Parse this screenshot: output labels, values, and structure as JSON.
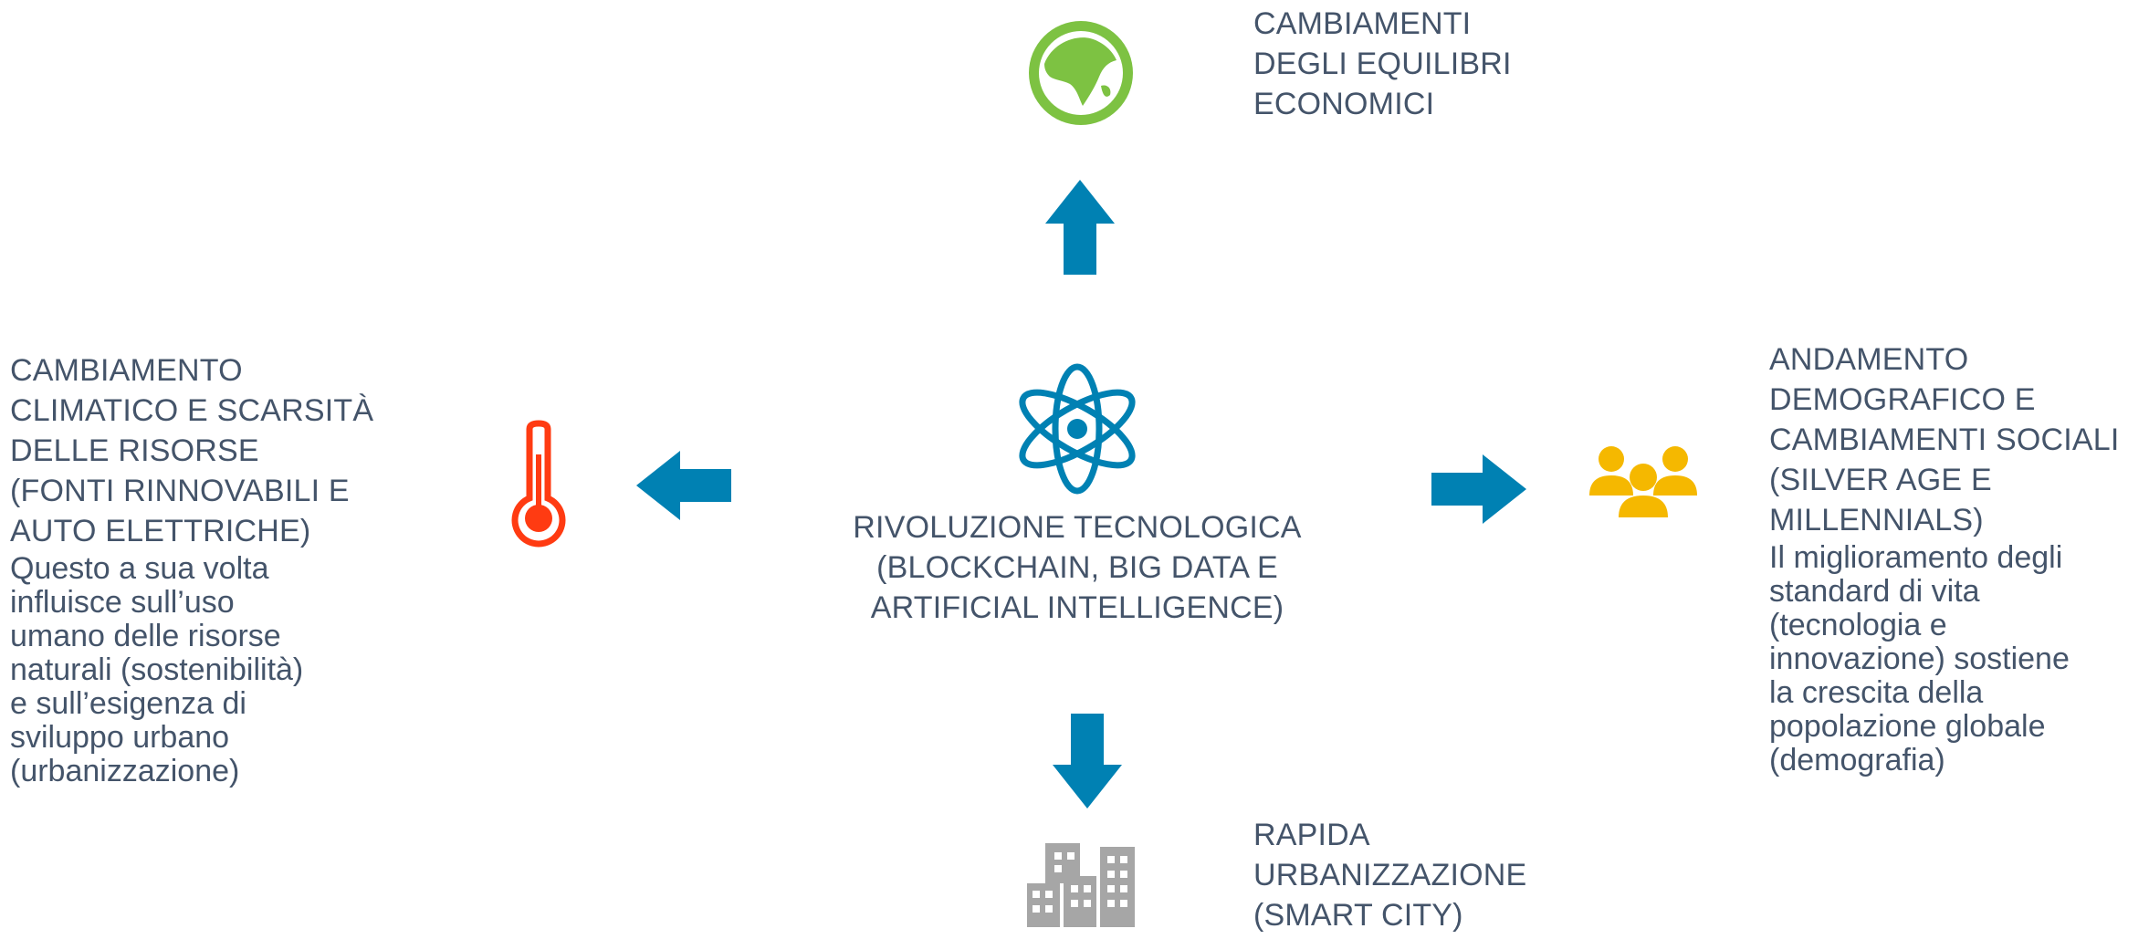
{
  "center": {
    "title_lines": [
      "RIVOLUZIONE TECNOLOGICA",
      "(BLOCKCHAIN, BIG DATA E",
      "ARTIFICIAL INTELLIGENCE)"
    ],
    "icon": "atom-icon"
  },
  "top": {
    "title_lines": [
      "CAMBIAMENTI",
      "DEGLI EQUILIBRI",
      "ECONOMICI"
    ],
    "icon": "globe-icon",
    "icon_color": "#7dc242"
  },
  "left": {
    "title_lines": [
      "CAMBIAMENTO",
      "CLIMATICO E SCARSITÀ",
      "DELLE RISORSE",
      "(FONTI RINNOVABILI E",
      "AUTO ELETTRICHE)"
    ],
    "body_lines": [
      "Questo a sua volta",
      "influisce sull’uso",
      "umano delle risorse",
      "naturali (sostenibilità)",
      "e sull’esigenza di",
      "sviluppo urbano",
      "(urbanizzazione)"
    ],
    "icon": "thermometer-icon",
    "icon_color": "#ff3b12"
  },
  "right": {
    "title_lines": [
      "ANDAMENTO",
      "DEMOGRAFICO E",
      "CAMBIAMENTI SOCIALI",
      "(SILVER AGE E",
      "MILLENNIALS)"
    ],
    "body_lines": [
      "Il miglioramento degli",
      "standard di vita",
      "(tecnologia e",
      "innovazione) sostiene",
      "la crescita della",
      "popolazione globale",
      "(demografia)"
    ],
    "icon": "people-group-icon",
    "icon_color": "#f5b800"
  },
  "bottom": {
    "title_lines": [
      "RAPIDA",
      "URBANIZZAZIONE",
      "(SMART CITY)"
    ],
    "icon": "city-buildings-icon",
    "icon_color": "#a6a6a6"
  },
  "arrow_color": "#0081b3"
}
